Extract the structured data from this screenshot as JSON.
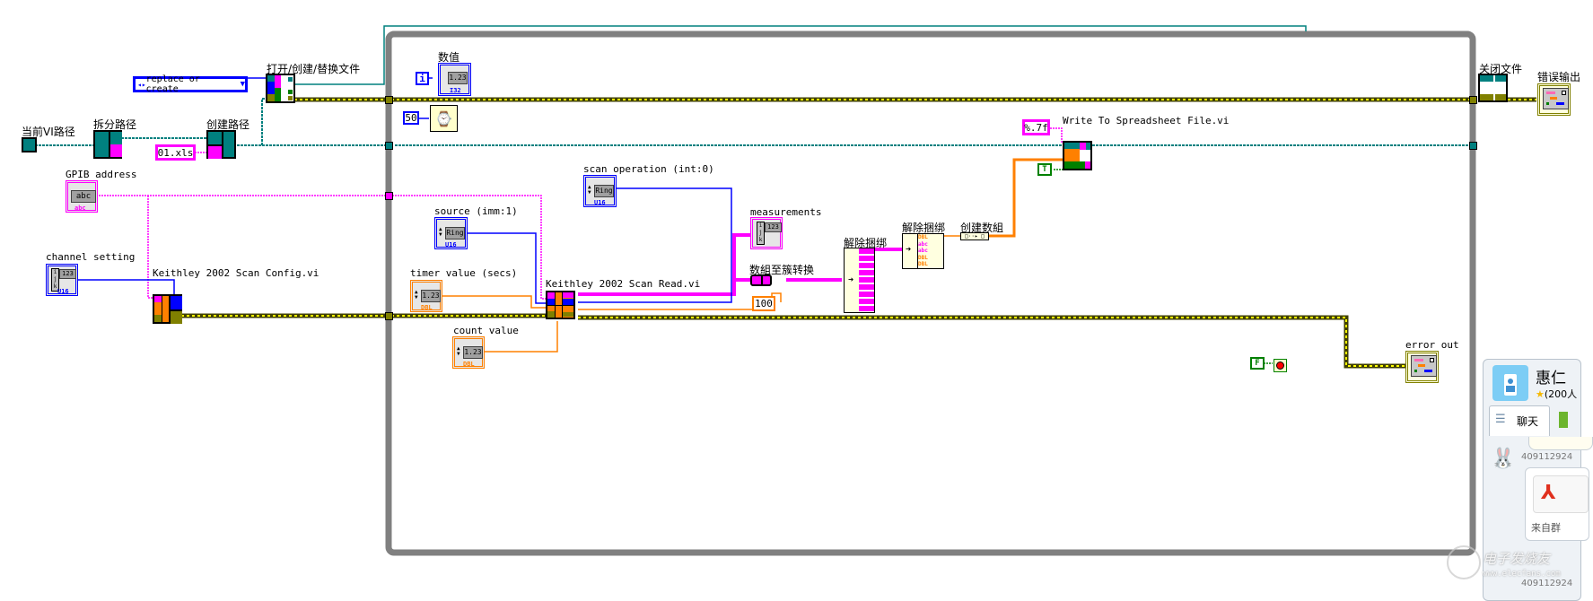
{
  "diagram": {
    "type": "LabVIEW block diagram",
    "loop": {
      "kind": "while-loop"
    },
    "nodes": {
      "current_vi_path": {
        "label": "当前VI路径"
      },
      "strip_path": {
        "label": "拆分路径"
      },
      "build_path": {
        "label": "创建路径"
      },
      "filename_const": {
        "value": "01.xls"
      },
      "open_create_replace": {
        "label": "打开/创建/替换文件"
      },
      "operation_ring": {
        "value": "replace or create"
      },
      "gpib_address": {
        "label": "GPIB address",
        "display": "abc",
        "type": "abc"
      },
      "channel_setting": {
        "label": "channel setting",
        "display": "123",
        "type": "U16"
      },
      "scan_config": {
        "label": "Keithley 2002 Scan Config.vi"
      },
      "numeric_indicator": {
        "label": "数值",
        "display": "1.23",
        "type": "I32"
      },
      "iteration_terminal": {
        "label": "i"
      },
      "wait_const": {
        "value": "50"
      },
      "source": {
        "label": "source (imm:1)",
        "display": "Ring",
        "type": "U16"
      },
      "scan_operation": {
        "label": "scan operation (int:0)",
        "display": "Ring",
        "type": "U16"
      },
      "timer_value": {
        "label": "timer value (secs)",
        "display": "1.23",
        "type": "DBL"
      },
      "count_value": {
        "label": "count value",
        "display": "1.23",
        "type": "DBL"
      },
      "scan_read": {
        "label": "Keithley 2002 Scan Read.vi"
      },
      "measurements": {
        "label": "measurements",
        "display": "123"
      },
      "array_to_cluster": {
        "label": "数組至簇转换"
      },
      "cluster_size_const": {
        "value": "100"
      },
      "unbundle_1": {
        "label": "解除捆绑"
      },
      "unbundle_2": {
        "label": "解除捆绑",
        "outputs": [
          "DBL",
          "abc",
          "abc",
          "DBL",
          "DBL"
        ]
      },
      "build_array": {
        "label": "创建数組"
      },
      "format_const": {
        "value": "%.7f"
      },
      "true_const": {
        "value": "T"
      },
      "write_spreadsheet": {
        "label": "Write To Spreadsheet File.vi"
      },
      "false_const": {
        "value": "F"
      },
      "close_file": {
        "label": "关闭文件"
      },
      "error_out_inner": {
        "label": "error out"
      },
      "error_out_outer": {
        "label": "错误输出"
      }
    }
  },
  "chat_panel": {
    "group_name": "惠仁",
    "member_count": "(200人",
    "tab_chat": "聊天",
    "messages": [
      {
        "sender": "409112924",
        "source": "来自群"
      },
      {
        "sender": "409112924"
      }
    ]
  },
  "watermark": {
    "text": "电子发烧友",
    "url_text": "www.elecfans.com"
  },
  "colors": {
    "wire_path": "#00807f",
    "wire_string": "#ff00ff",
    "wire_int": "#0000ff",
    "wire_dbl": "#ff8000",
    "wire_error": "#808000",
    "wire_error_dash": "#ffff00",
    "wire_bool": "#008000",
    "loop_frame": "#808080"
  }
}
